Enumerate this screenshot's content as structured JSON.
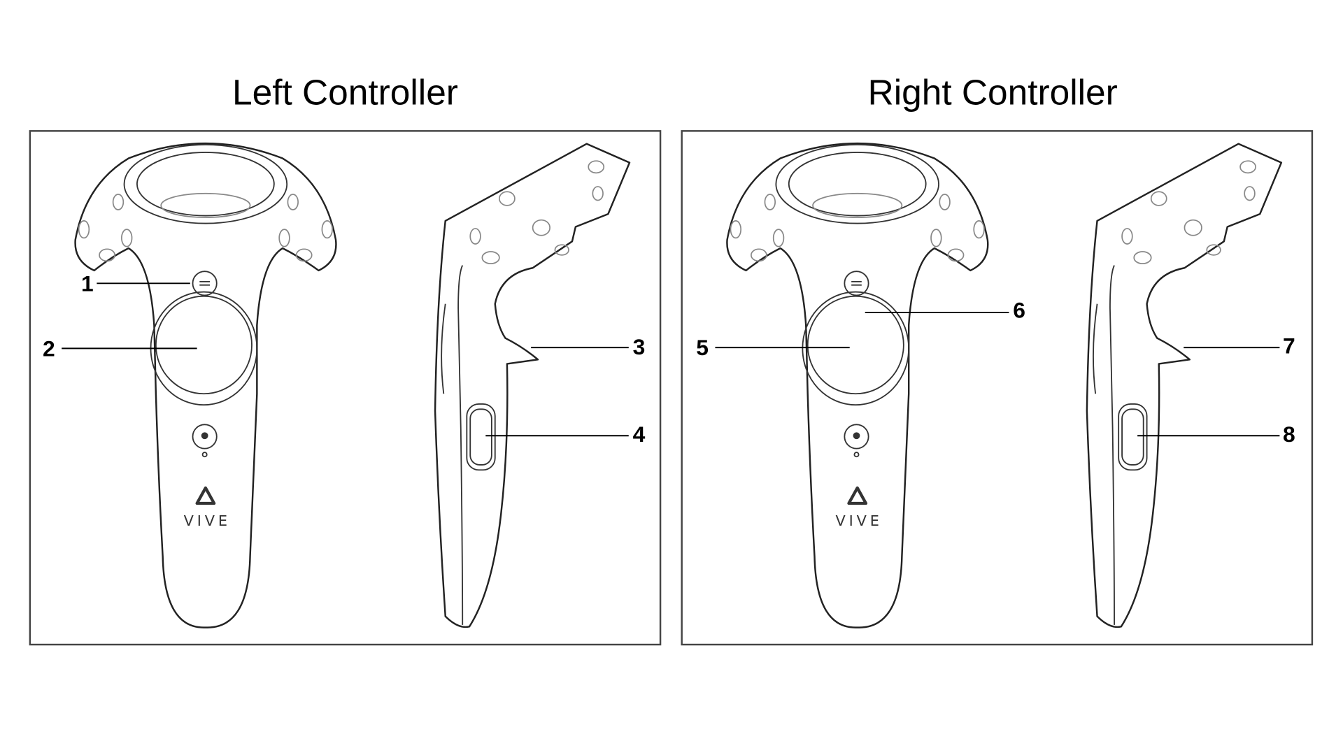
{
  "panels": [
    {
      "title": "Left Controller",
      "labels": [
        "1",
        "2",
        "3",
        "4"
      ]
    },
    {
      "title": "Right Controller",
      "labels": [
        "5",
        "6",
        "7",
        "8"
      ]
    }
  ],
  "brand": "VIVE",
  "colors": {
    "line": "#000000",
    "panel_border": "#444444"
  }
}
